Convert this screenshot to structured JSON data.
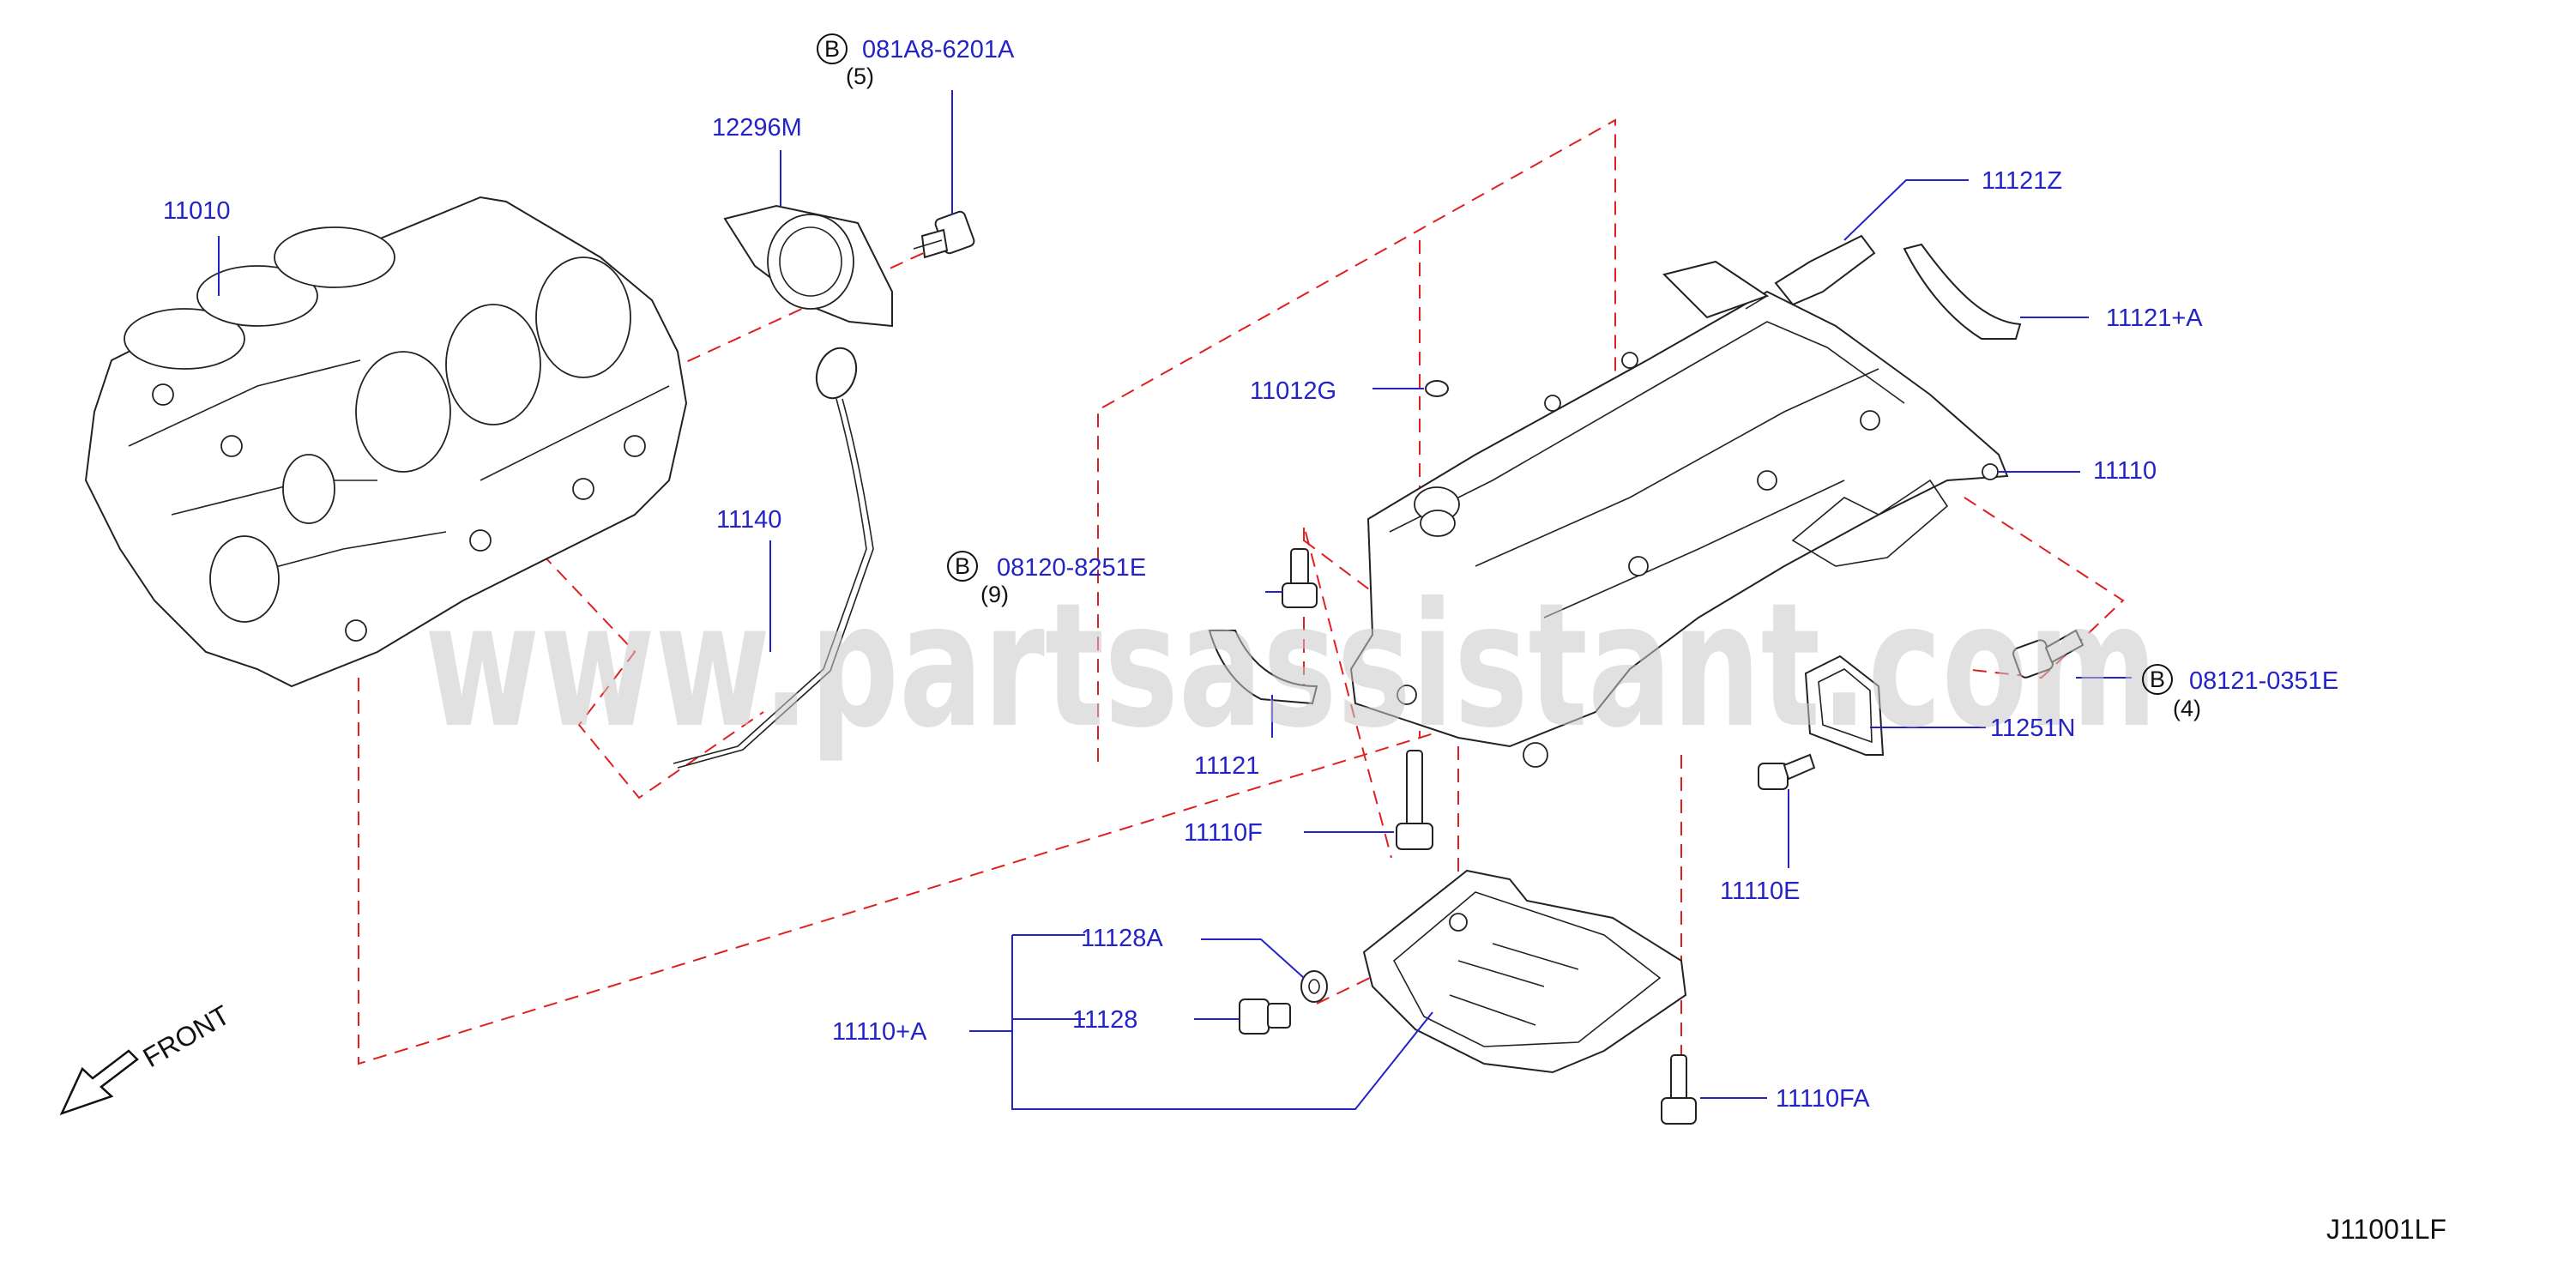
{
  "watermark": "www.partsassistant.com",
  "front_label": "FRONT",
  "reference_code": "J11001LF",
  "callouts": {
    "block": {
      "part_no": "11010"
    },
    "rear_seal": {
      "part_no": "12296M"
    },
    "bolt_081A8": {
      "prefix": "B",
      "part_no": "081A8-6201A",
      "qty": "(5)"
    },
    "dipstick": {
      "part_no": "11140"
    },
    "bolt_08120": {
      "prefix": "B",
      "part_no": "08120-8251E",
      "qty": "(9)"
    },
    "plug": {
      "part_no": "11012G"
    },
    "baffle_left": {
      "part_no": "11121"
    },
    "strainer_tube": {
      "part_no": "11121Z"
    },
    "baffle_right": {
      "part_no": "11121+A"
    },
    "upper_pan": {
      "part_no": "11110"
    },
    "bolt_08121": {
      "prefix": "B",
      "part_no": "08121-0351E",
      "qty": "(4)"
    },
    "cover": {
      "part_no": "11251N"
    },
    "bolt_e": {
      "part_no": "11110E"
    },
    "bolt_f": {
      "part_no": "11110F"
    },
    "washer": {
      "part_no": "11128A"
    },
    "drain_plug": {
      "part_no": "11128"
    },
    "lower_pan": {
      "part_no": "11110+A"
    },
    "bolt_fa": {
      "part_no": "11110FA"
    }
  }
}
